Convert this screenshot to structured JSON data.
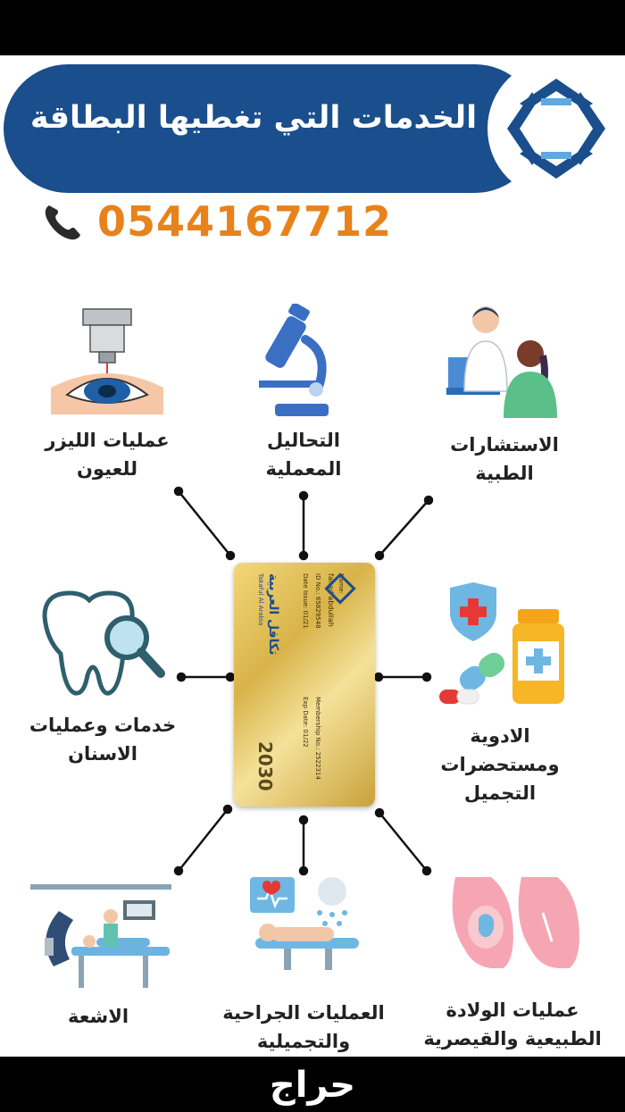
{
  "header": {
    "title": "الخدمات التي تغطيها البطاقة"
  },
  "contact": {
    "phone": "0544167712"
  },
  "services": {
    "laser_eyes": "عمليات الليزر\nللعيون",
    "lab_tests": "التحاليل\nالمعملية",
    "consultations": "الاستشارات\nالطبية",
    "dental": "خدمات وعمليات\nالاسنان",
    "medicine": "الادوية\nومستحضرات\nالتجميل",
    "radiology": "الاشعة",
    "surgery": "العمليات الجراحية\nوالتجميلية",
    "maternity": "عمليات الولادة\nالطبيعية والقيصرية"
  },
  "card": {
    "brand": "تكافل العربية",
    "brand_en": "Takaful Al Arabia",
    "name_label": "Name:",
    "name_value": "fahad abdullah",
    "id_label": "ID No.:",
    "id_value": "65829548",
    "membership_label": "Membership No.:",
    "membership_value": "2522314",
    "issue_label": "Date Issue:",
    "issue_value": "01/21",
    "exp_label": "Exp Date:",
    "exp_value": "01/22",
    "vision": "2030"
  },
  "watermark": "حراج",
  "colors": {
    "banner": "#1a4e8c",
    "phone": "#e8821b",
    "accent_blue": "#3a6fc4"
  }
}
